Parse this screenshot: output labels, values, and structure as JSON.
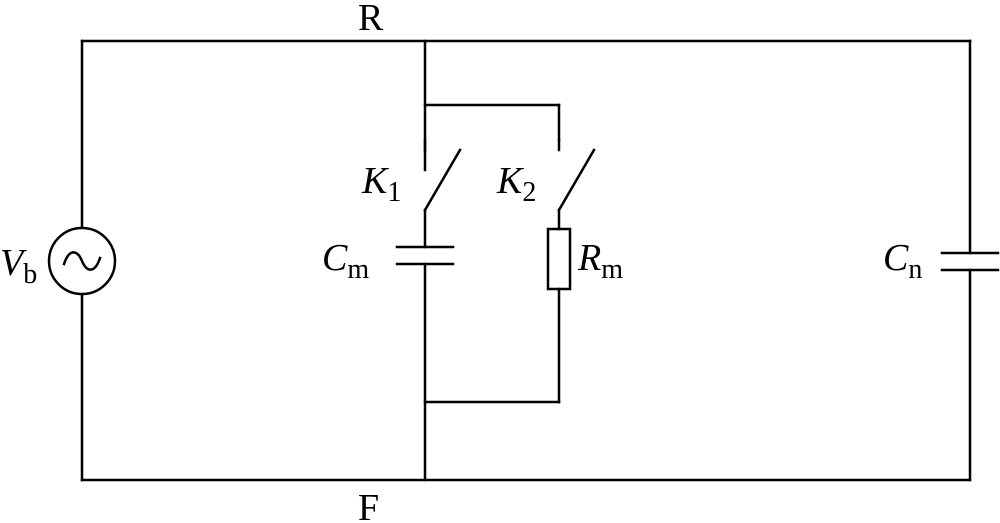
{
  "labels": {
    "top_node": "R",
    "bottom_node": "F",
    "source": {
      "main": "V",
      "sub": "b"
    },
    "switch1": {
      "main": "K",
      "sub": "1"
    },
    "switch2": {
      "main": "K",
      "sub": "2"
    },
    "capacitor_m": {
      "main": "C",
      "sub": "m"
    },
    "resistor_m": {
      "main": "R",
      "sub": "m"
    },
    "capacitor_n": {
      "main": "C",
      "sub": "n"
    }
  }
}
